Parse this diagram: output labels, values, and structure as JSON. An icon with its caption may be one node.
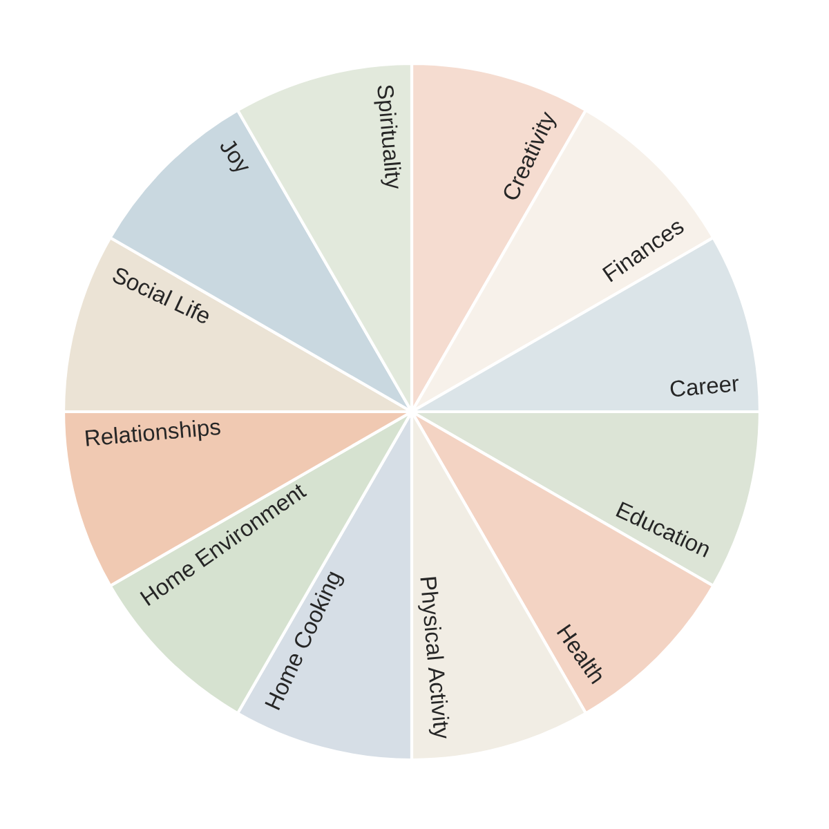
{
  "diagram": {
    "nodes": [
      {
        "text": [
          "Creativity"
        ]
      },
      {
        "text": [
          "Finances"
        ]
      },
      {
        "text": [
          "Career"
        ]
      },
      {
        "text": [
          "Education"
        ]
      },
      {
        "text": [
          "Health"
        ]
      },
      {
        "text": [
          "Physical Activity"
        ]
      },
      {
        "text": [
          "Home Cooking"
        ]
      },
      {
        "text": [
          "Home Environment"
        ]
      },
      {
        "text": [
          "Relationships"
        ]
      },
      {
        "text": [
          "Social Life"
        ]
      },
      {
        "text": [
          "Joy"
        ]
      },
      {
        "text": [
          "Spirituality"
        ]
      }
    ]
  }
}
